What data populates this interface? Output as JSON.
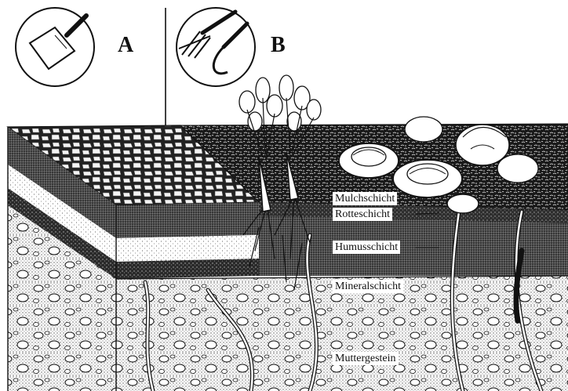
{
  "panels": {
    "a": {
      "letter": "A",
      "tool_icon": "spade-icon"
    },
    "b": {
      "letter": "B",
      "tool_icons": [
        "fork-icon",
        "hoe-icon"
      ]
    }
  },
  "layers": {
    "mulch": "Mulchschicht",
    "rotte": "Rotteschicht",
    "humus": "Humusschicht",
    "mineral": "Mineralschicht",
    "mutter": "Muttergestein"
  },
  "colors": {
    "ink": "#111111",
    "paper": "#ffffff"
  }
}
